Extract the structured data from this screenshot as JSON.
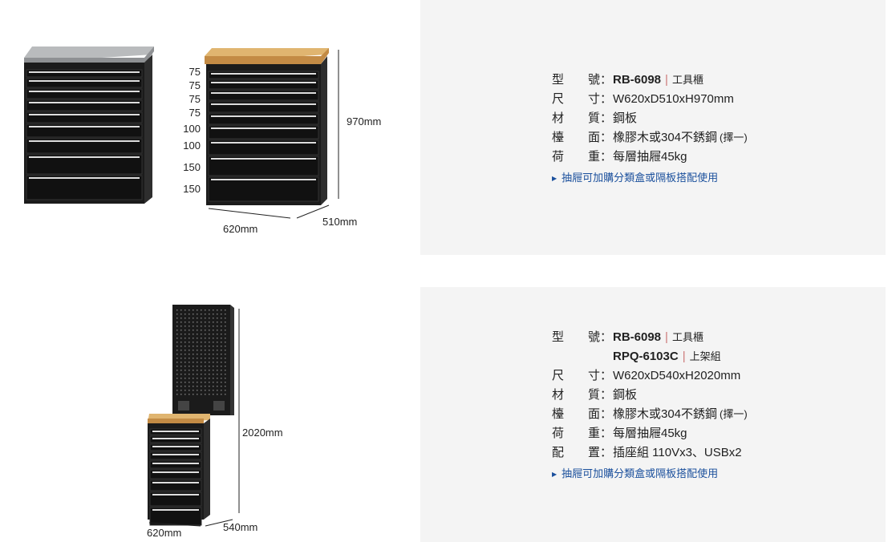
{
  "product1": {
    "drawer_heights": [
      "75",
      "75",
      "75",
      "75",
      "100",
      "100",
      "150",
      "150"
    ],
    "dims": {
      "height": "970mm",
      "width": "620mm",
      "depth": "510mm"
    },
    "spec": [
      {
        "k1": "型",
        "k2": "號",
        "value": "RB-6098",
        "desc": "工具櫃"
      },
      {
        "k1": "尺",
        "k2": "寸",
        "value": "W620xD510xH970mm"
      },
      {
        "k1": "材",
        "k2": "質",
        "value": "鋼板"
      },
      {
        "k1": "檯",
        "k2": "面",
        "value": "橡膠木或304不銹鋼",
        "extra": "(擇一)"
      },
      {
        "k1": "荷",
        "k2": "重",
        "value": "每層抽屜45kg"
      }
    ],
    "note": "抽屜可加購分類盒或隔板搭配使用"
  },
  "product2": {
    "dims": {
      "height": "2020mm",
      "width": "620mm",
      "depth": "540mm"
    },
    "spec": [
      {
        "k1": "型",
        "k2": "號",
        "value": "RB-6098",
        "desc": "工具櫃"
      },
      {
        "value": "RPQ-6103C",
        "desc": "上架組"
      },
      {
        "k1": "尺",
        "k2": "寸",
        "value": "W620xD540xH2020mm"
      },
      {
        "k1": "材",
        "k2": "質",
        "value": "鋼板"
      },
      {
        "k1": "檯",
        "k2": "面",
        "value": "橡膠木或304不銹鋼",
        "extra": "(擇一)"
      },
      {
        "k1": "荷",
        "k2": "重",
        "value": "每層抽屜45kg"
      },
      {
        "k1": "配",
        "k2": "置",
        "value": "插座組 110Vx3、USBx2"
      }
    ],
    "note": "抽屜可加購分類盒或隔板搭配使用"
  },
  "colon": "："
}
